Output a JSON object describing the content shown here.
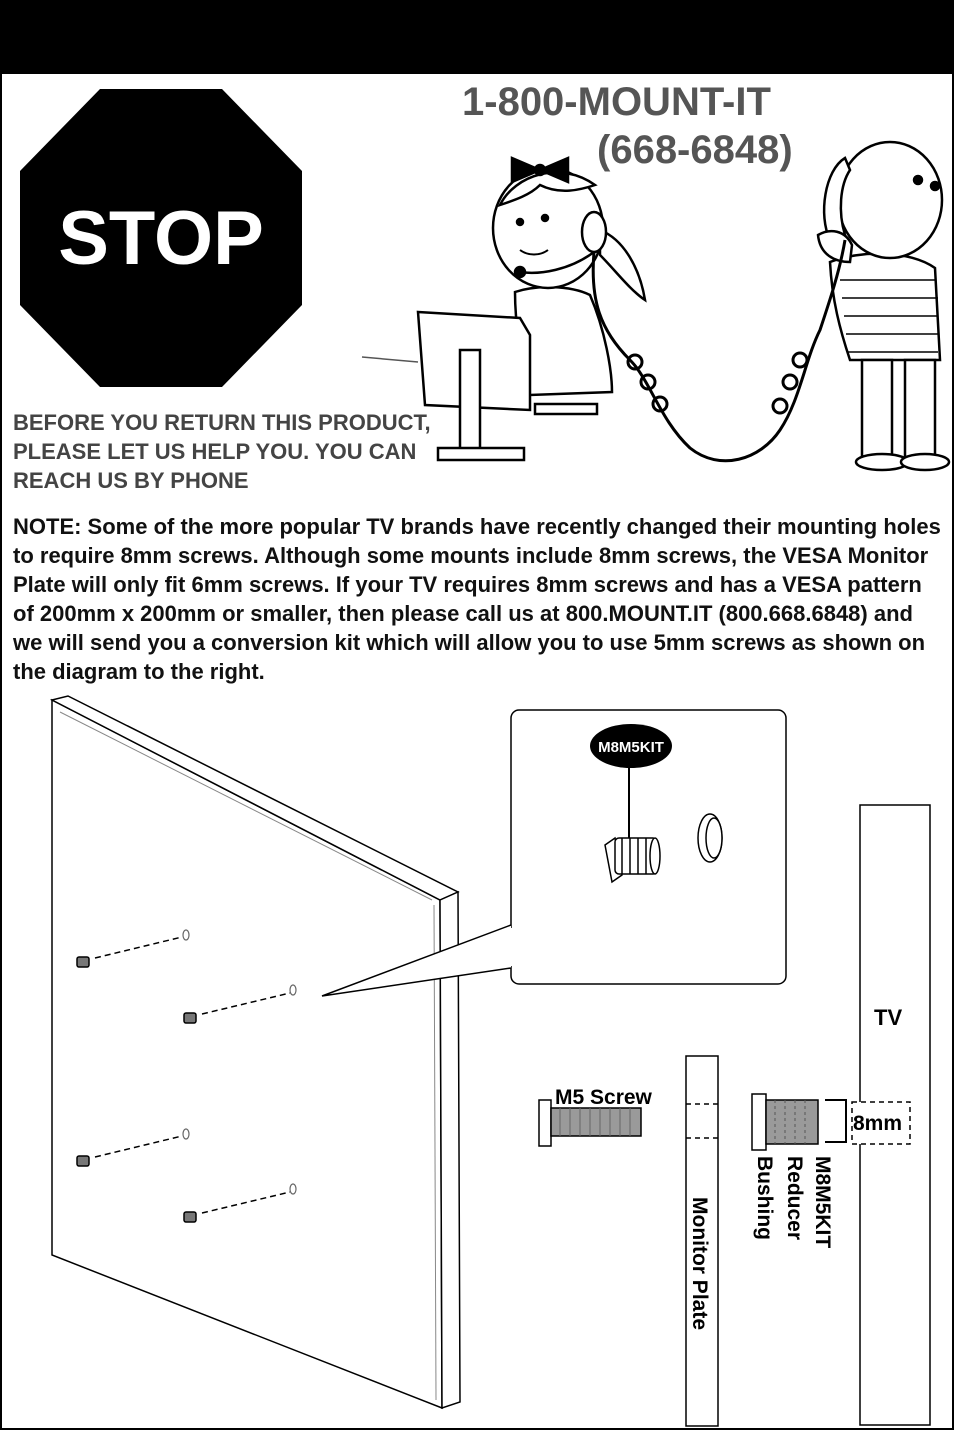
{
  "header": {
    "stop_label": "STOP"
  },
  "contact": {
    "phone_line1": "1-800-MOUNT-IT",
    "phone_line2": "(668-6848)"
  },
  "intro_text": "BEFORE YOU RETURN THIS PRODUCT, PLEASE LET US HELP YOU.  YOU CAN REACH US BY PHONE",
  "note_text": "NOTE: Some of the more popular TV brands have recently changed their mounting holes to require 8mm screws. Although some mounts include 8mm screws, the VESA Monitor Plate will only fit 6mm screws. If your TV requires 8mm screws and has a VESA pattern of 200mm x 200mm or smaller, then please call us at 800.MOUNT.IT (800.668.6848) and we will send you a conversion kit which will allow you to use 5mm screws as shown on the diagram to the right.",
  "diagram": {
    "kit_badge": "M8M5KIT",
    "tv_label": "TV",
    "m5_screw_label": "M5 Screw",
    "depth_label": "8mm",
    "bushing_label_line1": "M8M5KIT",
    "bushing_label_line2": "Reducer",
    "bushing_label_line3": "Bushing",
    "monitor_plate_label": "Monitor Plate"
  },
  "colors": {
    "stop_fill": "#000000",
    "phone_text": "#555555",
    "screw_gray": "#9a9a9a"
  }
}
